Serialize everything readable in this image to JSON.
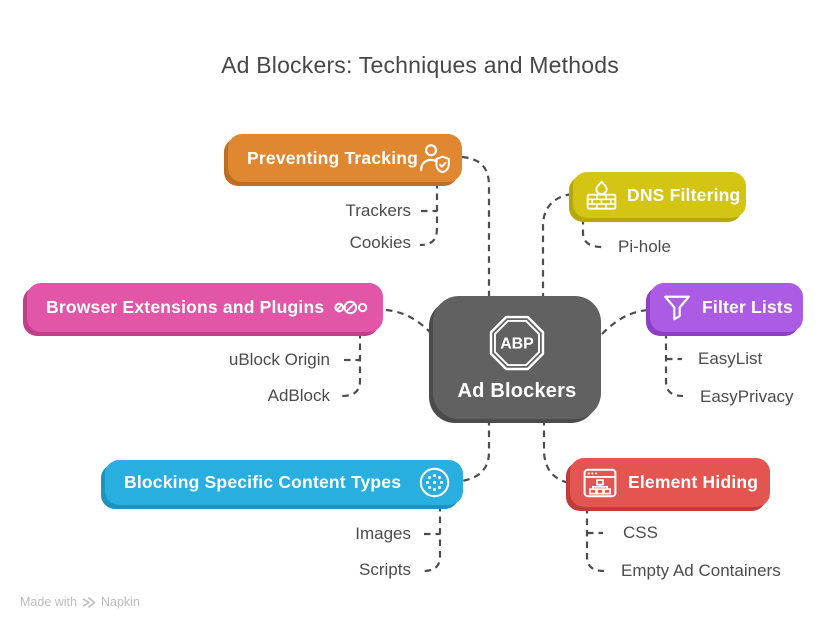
{
  "title": "Ad Blockers: Techniques and Methods",
  "center": {
    "label": "Ad Blockers",
    "badge_text": "ABP",
    "color": "#616161",
    "edge_color": "#4b4b4b"
  },
  "branches": [
    {
      "label": "Preventing Tracking",
      "icon": "user-shield-check-icon",
      "color": "#e08732",
      "edge_color": "#bf6e1f",
      "children": [
        "Trackers",
        "Cookies"
      ]
    },
    {
      "label": "DNS Filtering",
      "icon": "firewall-flame-icon",
      "color": "#d4c414",
      "edge_color": "#b5a70c",
      "children": [
        "Pi-hole"
      ]
    },
    {
      "label": "Browser Extensions and Plugins",
      "icon": "plugins-links-icon",
      "color": "#e156a7",
      "edge_color": "#c13e8b",
      "children": [
        "uBlock Origin",
        "AdBlock"
      ]
    },
    {
      "label": "Filter Lists",
      "icon": "funnel-icon",
      "color": "#ac5be4",
      "edge_color": "#8f3fc6",
      "children": [
        "EasyList",
        "EasyPrivacy"
      ]
    },
    {
      "label": "Blocking Specific Content Types",
      "icon": "dotted-circle-icon",
      "color": "#29afdf",
      "edge_color": "#1e93bd",
      "children": [
        "Images",
        "Scripts"
      ]
    },
    {
      "label": "Element Hiding",
      "icon": "browser-dom-tree-icon",
      "color": "#e25551",
      "edge_color": "#c03c39",
      "children": [
        "CSS",
        "Empty Ad Containers"
      ]
    }
  ],
  "watermark": {
    "prefix": "Made with",
    "brand": "Napkin"
  }
}
